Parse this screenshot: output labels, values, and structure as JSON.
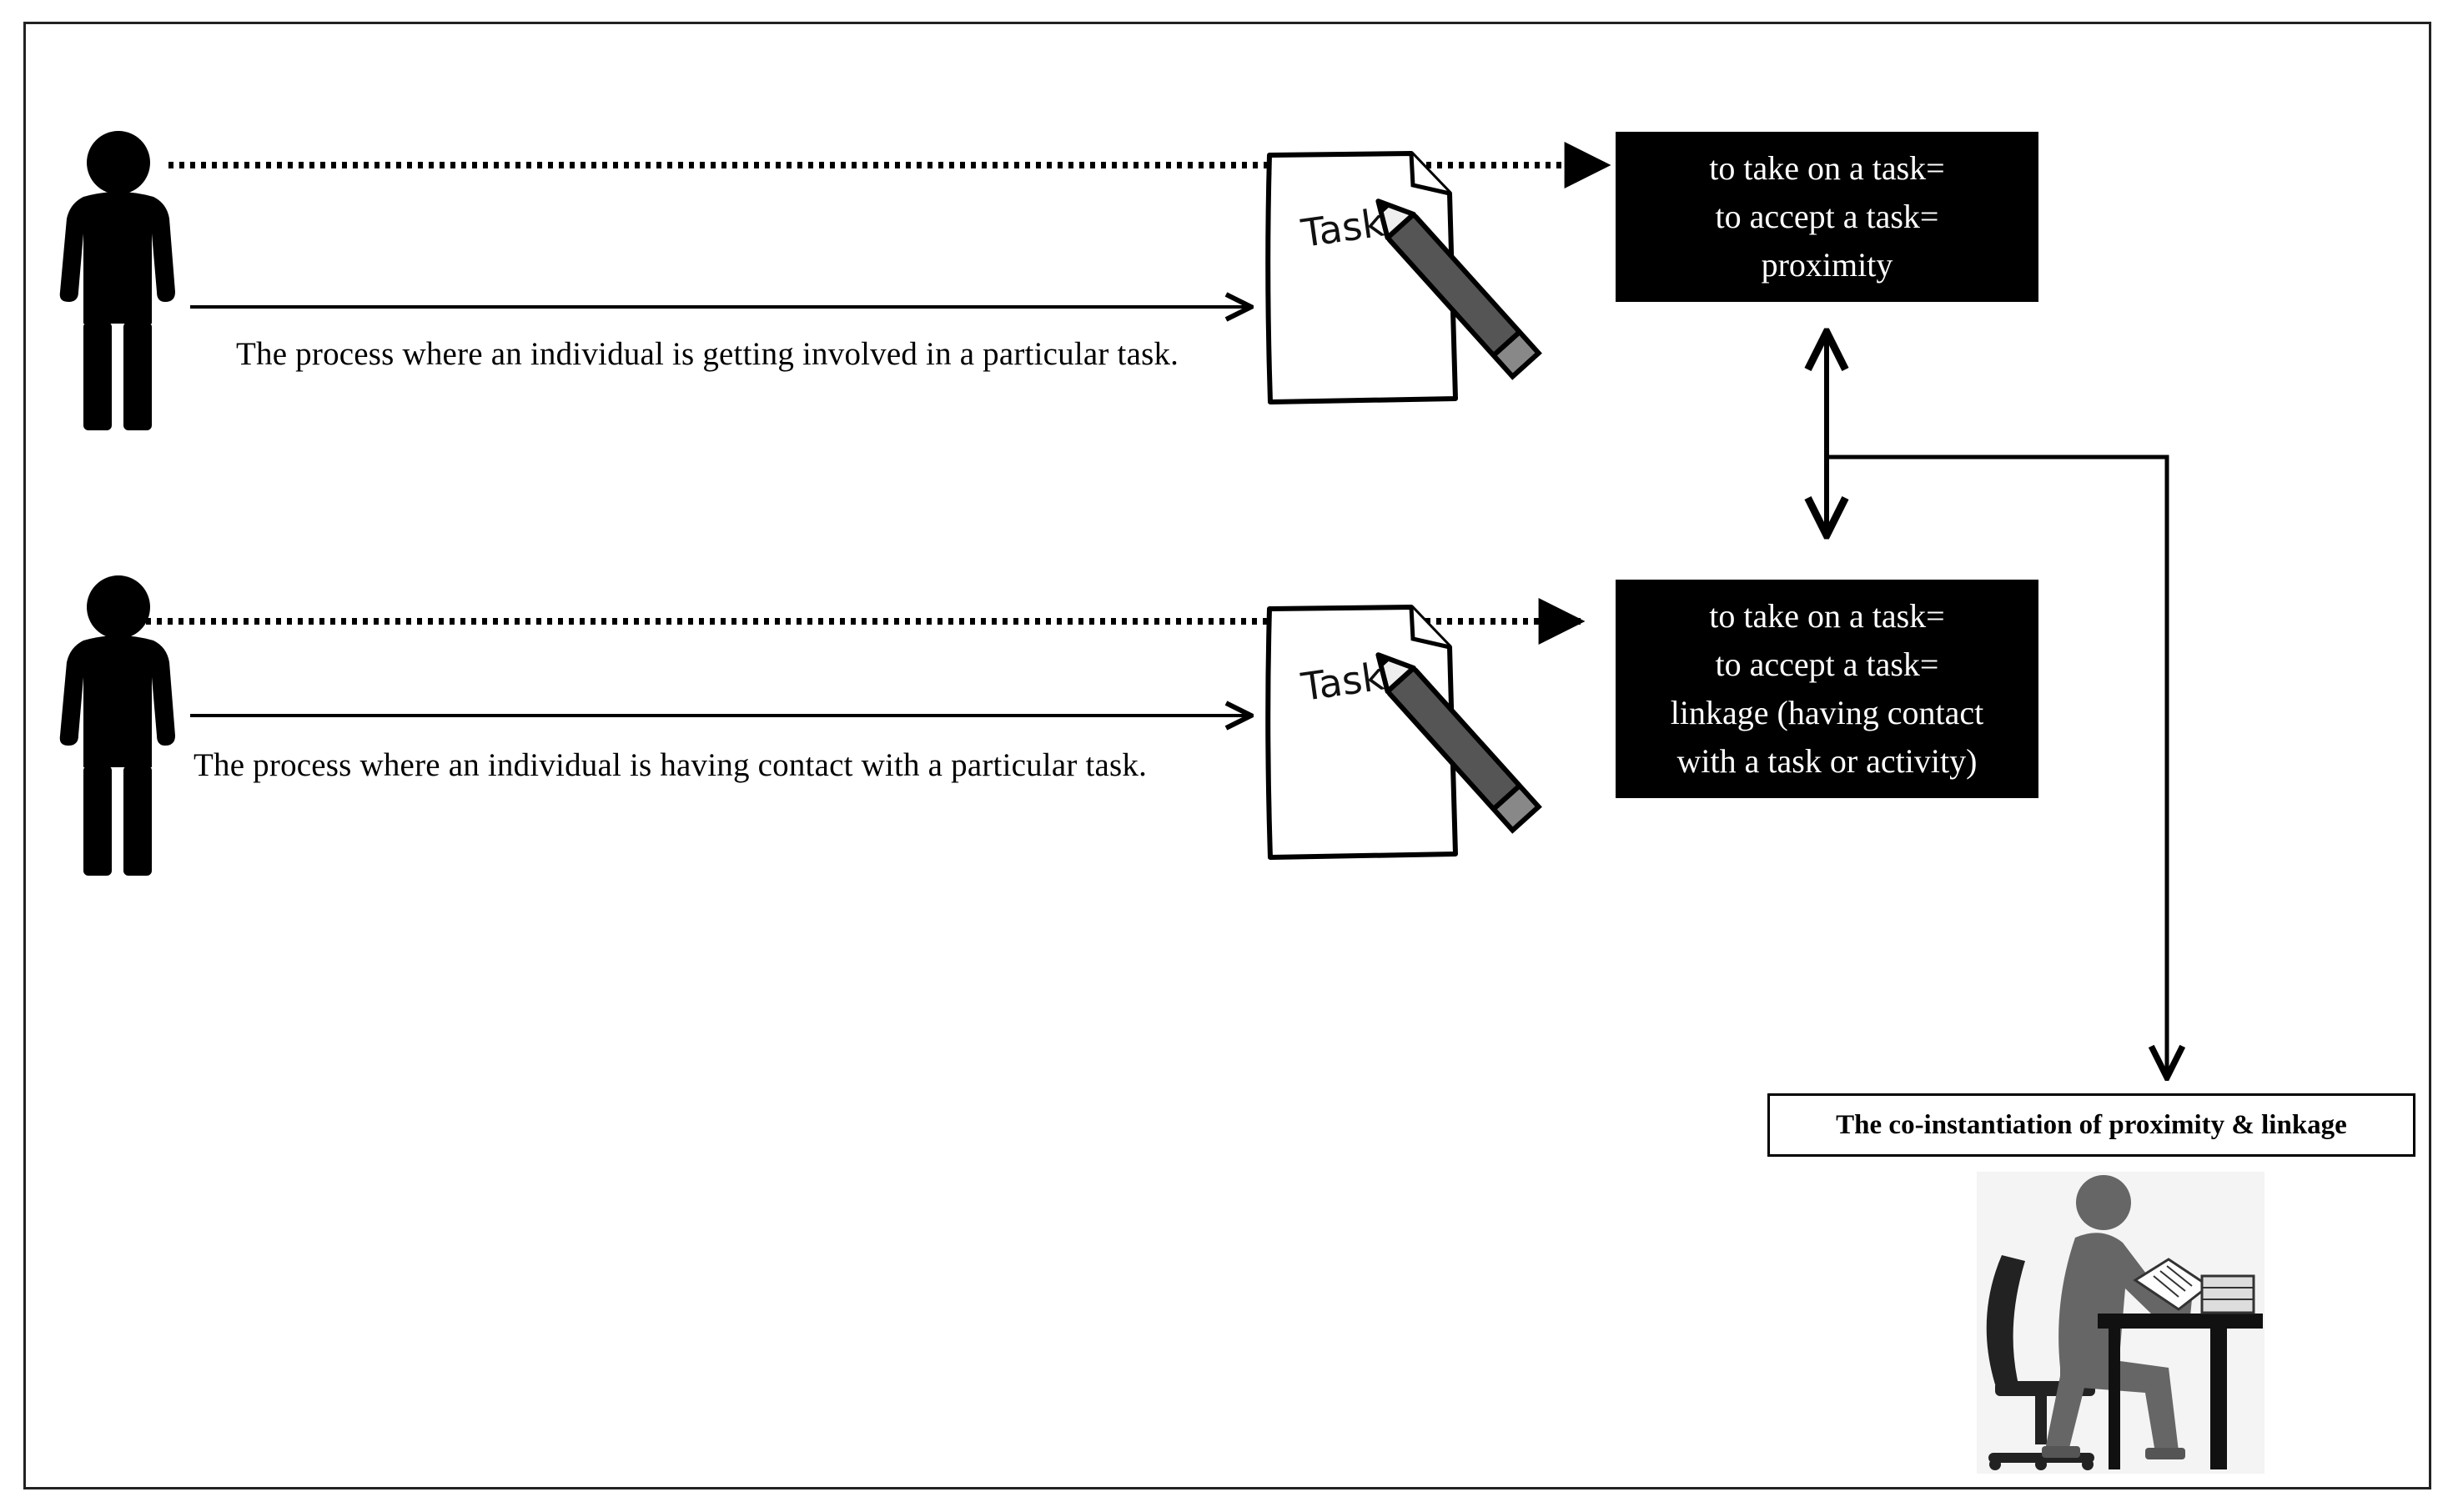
{
  "row1": {
    "caption": "The process where an individual is getting involved in a particular task.",
    "task_label": "Task",
    "box_lines": [
      "to take on a task=",
      "to accept a task=",
      "proximity"
    ]
  },
  "row2": {
    "caption": "The process where an individual is having contact with a particular task.",
    "task_label": "Task",
    "box_lines": [
      "to take on a task=",
      "to accept a task=",
      "linkage (having contact",
      "with a task or activity)"
    ]
  },
  "outcome": {
    "label": "The co-instantiation of proximity & linkage"
  },
  "icons": {
    "person": "person-silhouette-icon",
    "task": "task-paper-pencil-icon",
    "worker": "person-working-at-desk-icon"
  }
}
